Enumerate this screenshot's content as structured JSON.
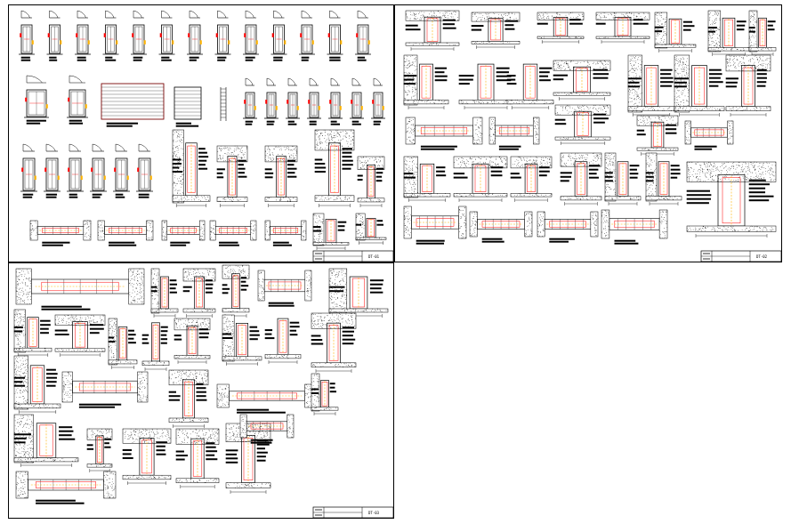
{
  "drawing": {
    "sheets": [
      {
        "id": "sheet-1",
        "title_block": {
          "code": "DT-01"
        }
      },
      {
        "id": "sheet-2",
        "title_block": {
          "code": "DT-02"
        }
      },
      {
        "id": "sheet-3",
        "title_block": {
          "code": "DT-03"
        }
      }
    ]
  },
  "colors": {
    "line": "#000000",
    "highlight": "#ff0000",
    "accent": "#ffb300",
    "background": "#ffffff"
  }
}
